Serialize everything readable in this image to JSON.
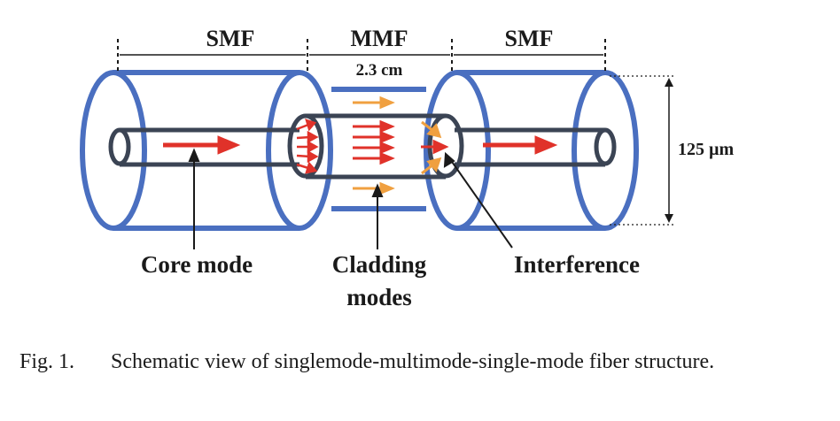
{
  "diagram": {
    "labels": {
      "smf_left": "SMF",
      "mmf": "MMF",
      "smf_right": "SMF",
      "mmf_length": "2.3 cm",
      "diameter": "125 µm",
      "core_mode": "Core mode",
      "cladding_line1": "Cladding",
      "cladding_line2": "modes",
      "interference": "Interference"
    },
    "colors": {
      "cladding_outline": "#4a6fc0",
      "core_outline": "#3b4454",
      "core_arrow": "#e0322a",
      "cladding_arrow": "#f0a040",
      "annotation": "#1a1a1a"
    }
  },
  "caption": {
    "number": "Fig. 1.",
    "text": "Schematic view of singlemode-multimode-single-mode fiber structure."
  }
}
